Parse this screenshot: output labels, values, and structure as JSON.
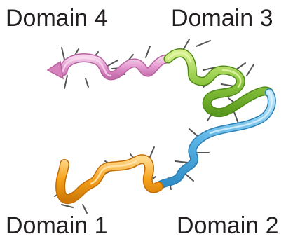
{
  "labels": {
    "domain_4": "Domain 4",
    "domain_3": "Domain 3",
    "domain_1": "Domain 1",
    "domain_2": "Domain 2"
  },
  "colors": {
    "domain_4": "#e49ad0",
    "domain_3": "#8cc63f",
    "domain_2": "#5ab4e5",
    "domain_1": "#f7a21b",
    "side_chains": "#555555"
  }
}
